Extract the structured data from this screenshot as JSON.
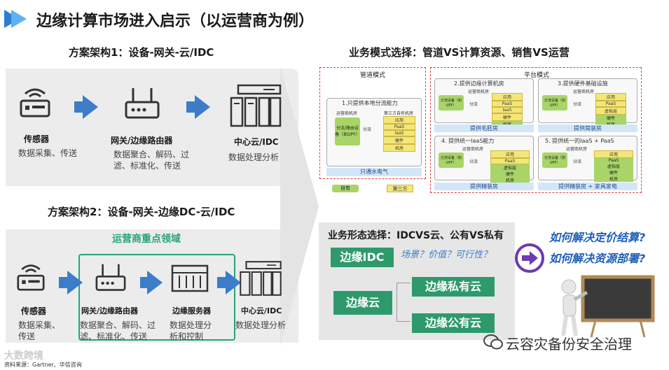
{
  "title": "边缘计算市场进入启示（以运营商为例）",
  "scheme1": {
    "title": "方案架构1：设备-网关-云/IDC",
    "sensor": {
      "name": "传感器",
      "desc": "数据采集、传送"
    },
    "gateway": {
      "name": "网关/边缘路由器",
      "desc_line1": "数据聚合、解码、过",
      "desc_line2": "滤、标准化、传送"
    },
    "cloud": {
      "name": "中心云/IDC",
      "desc": "数据处理分析"
    }
  },
  "scheme2": {
    "title": "方案架构2：设备-网关-边缘DC-云/IDC",
    "focus_label": "运营商重点领域",
    "sensor": {
      "name": "传感器",
      "desc_line1": "数据采集、",
      "desc_line2": "传送"
    },
    "gateway": {
      "name": "网关/边缘路由器",
      "desc_line1": "数据聚合、解码、过",
      "desc_line2": "滤、标准化、传送"
    },
    "edge_server": {
      "name": "边缘服务器",
      "desc_line1": "数据处理分",
      "desc_line2": "析和控制"
    },
    "cloud": {
      "name": "中心云/IDC",
      "desc": "数据处理分析"
    }
  },
  "business_model": {
    "title": "业务模式选择：管道VS计算资源、销售VS运营",
    "pipe": {
      "title": "管道模式",
      "item": "1.只提供本地分流能力",
      "room_label": "运营商机房",
      "third_room": "第三方自有机房",
      "device": "分流/路由设备（如UPF）",
      "flow": "分流",
      "stack": [
        "应用",
        "PaaS",
        "IaaS",
        "硬件",
        "机房"
      ],
      "footer": "只通水电气"
    },
    "platform": {
      "title": "平台模式",
      "cells": [
        {
          "title": "2.提供边缘计算机房",
          "room": "运营商机房",
          "device": "分流设备（如UPF）",
          "flow": "分流",
          "stack": [
            "应用",
            "PaaS",
            "IaaS",
            "硬件",
            "机房"
          ],
          "footer": "提供毛胚房"
        },
        {
          "title": "3.提供硬件基础设施",
          "room": "运营商机房",
          "device": "分流设备（如UPF）",
          "flow": "分流",
          "stack": [
            "应用",
            "PaaS",
            "虚拟层",
            "硬件",
            "机房"
          ],
          "footer": "提供简装房"
        },
        {
          "title": "4. 提供统一IaaS能力",
          "room": "运营商机房",
          "device": "分流设备（如UPF）",
          "flow": "分流",
          "stack": [
            "应用",
            "PaaS",
            "虚拟层",
            "硬件",
            "机房"
          ],
          "footer": "提供精装房"
        },
        {
          "title": "5. 提供统一的IaaS + PaaS",
          "room": "运营商机房",
          "device": "分流设备（如UPF）",
          "flow": "分流",
          "stack": [
            "应用",
            "PaaS",
            "虚拟层",
            "硬件",
            "机房"
          ],
          "footer": "提供精装房 + 家具家电"
        }
      ]
    },
    "legend": {
      "own": "自有",
      "third": "第三方"
    }
  },
  "business_form": {
    "title": "业务形态选择：IDCVS云、公有VS私有",
    "edge_idc": "边缘IDC",
    "question": "场景？价值？可行性？",
    "edge_cloud": "边缘云",
    "private_cloud": "边缘私有云",
    "public_cloud": "边缘公有云"
  },
  "questions": {
    "q1": "如何解决定价结算?",
    "q2": "如何解决资源部署?"
  },
  "footer": {
    "source": "资料来源：Gartner、华信咨询",
    "wechat": "云容灾备份安全治理",
    "logo_text": "大数跨境"
  },
  "colors": {
    "accent_blue": "#3d7cc9",
    "green": "#2e9a6c",
    "question_blue": "#1f5fb8",
    "purple": "#6d3ab0"
  }
}
